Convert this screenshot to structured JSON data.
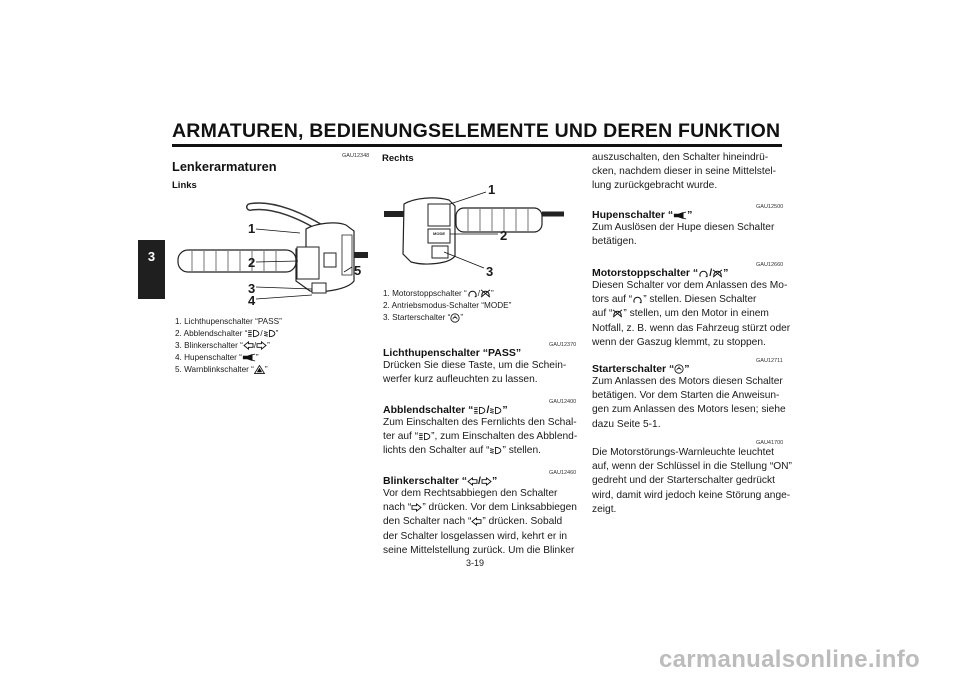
{
  "page": {
    "title": "ARMATUREN, BEDIENUNGSELEMENTE UND DEREN FUNKTION",
    "chapter_tab": "3",
    "page_number": "3-19",
    "watermark": "carmanualsonline.info"
  },
  "col1": {
    "code": "GAU12348",
    "heading": "Lenkerarmaturen",
    "subheading": "Links",
    "callouts": [
      "1",
      "2",
      "3",
      "4",
      "5"
    ],
    "captions": {
      "c1": "1. Lichthupenschalter “PASS”",
      "c2a": "2. Abblendschalter “",
      "c2b": "/",
      "c2c": "”",
      "c3a": "3. Blinkerschalter “",
      "c3b": "/",
      "c3c": "”",
      "c4a": "4. Hupenschalter “",
      "c4b": "”",
      "c5a": "5. Warnblinkschalter “",
      "c5b": "”"
    }
  },
  "col2": {
    "subheading": "Rechts",
    "callouts": [
      "1",
      "2",
      "3"
    ],
    "mode_label": "MODE",
    "captions": {
      "c1a": "1. Motorstoppschalter “",
      "c1b": "/",
      "c1c": "”",
      "c2": "2. Antriebsmodus-Schalter “MODE”",
      "c3a": "3. Starterschalter “",
      "c3b": "”"
    },
    "pass": {
      "code": "GAU12370",
      "heading": "Lichthupenschalter “PASS”",
      "l1": "Drücken Sie diese Taste, um die Schein-",
      "l2": "werfer kurz aufleuchten zu lassen."
    },
    "dimmer": {
      "code": "GAU12400",
      "h_a": "Abblendschalter “",
      "h_b": "/",
      "h_c": "”",
      "l1": "Zum Einschalten des Fernlichts den Schal-",
      "l2a": "ter auf “",
      "l2b": "”, zum Einschalten des Abblend-",
      "l3a": "lichts den Schalter auf “",
      "l3b": "” stellen."
    },
    "turn": {
      "code": "GAU12460",
      "h_a": "Blinkerschalter “",
      "h_b": "/",
      "h_c": "”",
      "l1": "Vor dem Rechtsabbiegen den Schalter",
      "l2a": "nach “",
      "l2b": "” drücken. Vor dem Linksabbiegen",
      "l3a": "den Schalter nach “",
      "l3b": "” drücken. Sobald",
      "l4": "der Schalter losgelassen wird, kehrt er in",
      "l5": "seine Mittelstellung zurück. Um die Blinker"
    }
  },
  "col3": {
    "cont": {
      "l1": "auszuschalten, den Schalter hineindrü-",
      "l2": "cken, nachdem dieser in seine Mittelstel-",
      "l3": "lung zurückgebracht wurde."
    },
    "horn": {
      "code": "GAU12500",
      "h_a": "Hupenschalter “",
      "h_b": "”",
      "l1": "Zum Auslösen der Hupe diesen Schalter",
      "l2": "betätigen."
    },
    "stop": {
      "code": "GAU12660",
      "h_a": "Motorstoppschalter “",
      "h_b": "/",
      "h_c": "”",
      "l1": "Diesen Schalter vor dem Anlassen des Mo-",
      "l2a": "tors auf “",
      "l2b": "” stellen. Diesen Schalter",
      "l3a": "auf “",
      "l3b": "” stellen, um den Motor in einem",
      "l4": "Notfall, z. B. wenn das Fahrzeug stürzt oder",
      "l5": "wenn der Gaszug klemmt, zu stoppen."
    },
    "starter": {
      "code": "GAU12711",
      "h_a": "Starterschalter “",
      "h_b": "”",
      "l1": "Zum Anlassen des Motors diesen Schalter",
      "l2": "betätigen. Vor dem Starten die Anweisun-",
      "l3": "gen zum Anlassen des Motors lesen; siehe",
      "l4": "dazu Seite 5-1."
    },
    "warn": {
      "code": "GAU41700",
      "l1": "Die Motorstörungs-Warnleuchte leuchtet",
      "l2": "auf, wenn der Schlüssel in die Stellung “ON”",
      "l3": "gedreht und der Starterschalter gedrückt",
      "l4": "wird, damit wird jedoch keine Störung ange-",
      "l5": "zeigt."
    }
  }
}
